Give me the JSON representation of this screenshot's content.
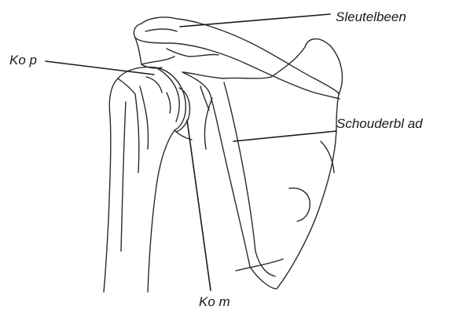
{
  "diagram": {
    "labels": {
      "sleutelbeen": "Sleutelbeen",
      "kop": "Ko p",
      "schouderblad": "Schouderbl ad",
      "kom": "Ko m"
    }
  },
  "colors": {
    "line": "#2a2a2a",
    "background": "#ffffff"
  }
}
